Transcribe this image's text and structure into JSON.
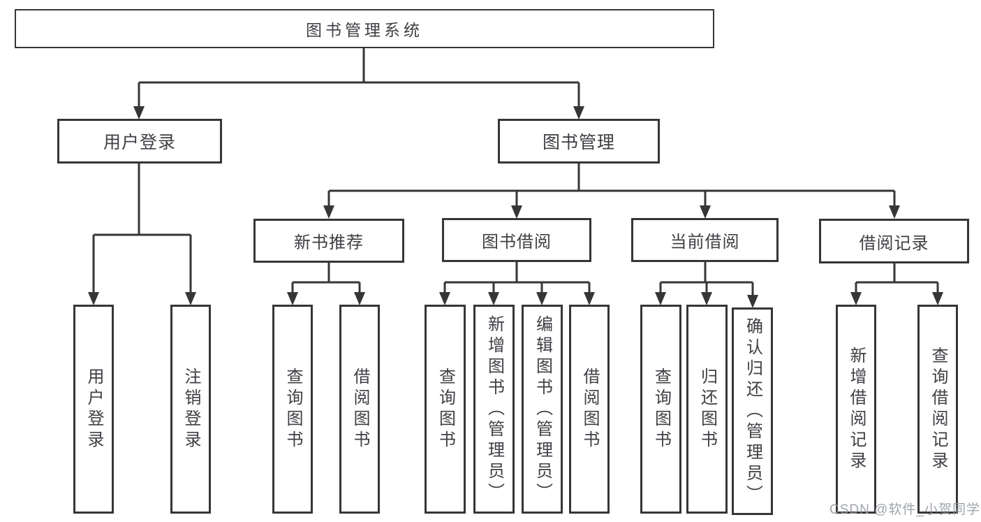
{
  "diagram": {
    "type": "hierarchy",
    "title": "图书管理系统",
    "root": {
      "label": "图书管理系统"
    },
    "branches": [
      {
        "label": "用户登录",
        "children": [
          {
            "label": "用户登录"
          },
          {
            "label": "注销登录"
          }
        ]
      },
      {
        "label": "图书管理",
        "children": [
          {
            "label": "新书推荐",
            "children": [
              {
                "label": "查询图书"
              },
              {
                "label": "借阅图书"
              }
            ]
          },
          {
            "label": "图书借阅",
            "children": [
              {
                "label": "查询图书"
              },
              {
                "label": "新增图书（管理员）"
              },
              {
                "label": "编辑图书（管理员）"
              },
              {
                "label": "借阅图书"
              }
            ]
          },
          {
            "label": "当前借阅",
            "children": [
              {
                "label": "查询图书"
              },
              {
                "label": "归还图书"
              },
              {
                "label": "确认归还（管理员）"
              }
            ]
          },
          {
            "label": "借阅记录",
            "children": [
              {
                "label": "新增借阅记录"
              },
              {
                "label": "查询借阅记录"
              }
            ]
          }
        ]
      }
    ]
  },
  "colors": {
    "line": "#363636",
    "box_border": "#363636",
    "text": "#3f3f44",
    "background": "#ffffff",
    "watermark": "#949aa3"
  },
  "watermark": {
    "text": "CSDN @软件_小贺同学"
  }
}
